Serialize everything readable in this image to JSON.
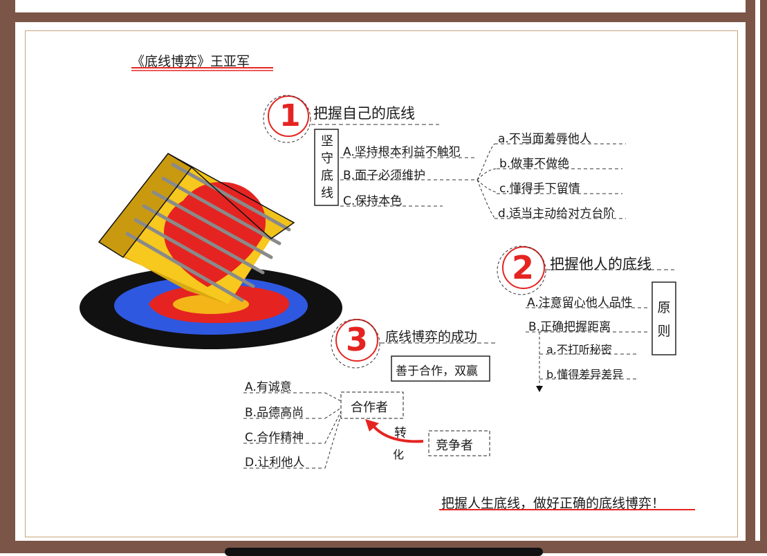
{
  "title": "《底线博弈》王亚军",
  "section1": {
    "number": "1",
    "heading": "把握自己的底线",
    "box_label": "坚守底线",
    "items": [
      "A.坚持根本利益不触犯",
      "B.面子必须维护",
      "C.保持本色"
    ],
    "sub_items": [
      "a.不当面羞辱他人",
      "b.做事不做绝",
      "c.懂得手下留情",
      "d.适当主动给对方台阶"
    ]
  },
  "section2": {
    "number": "2",
    "heading": "把握他人的底线",
    "items": [
      "A.注意留心他人品性",
      "B.正确把握距离"
    ],
    "sub_items": [
      "a.不打听秘密",
      "b.懂得差异差异"
    ],
    "box_label": "原则"
  },
  "section3": {
    "number": "3",
    "heading": "底线博弈的成功",
    "box_text": "善于合作，双赢",
    "items": [
      "A.有诚意",
      "B.品德高尚",
      "C.合作精神",
      "D.让利他人"
    ],
    "cooperator": "合作者",
    "competitor": "竞争者",
    "transform_chars": [
      "转",
      "化"
    ]
  },
  "footer": "把握人生底线，做好正确的底线博弈！",
  "colors": {
    "red": "#e52421",
    "yellow": "#f5c518",
    "blue": "#2f58e0",
    "black": "#111111",
    "frame": "#7a5548"
  }
}
